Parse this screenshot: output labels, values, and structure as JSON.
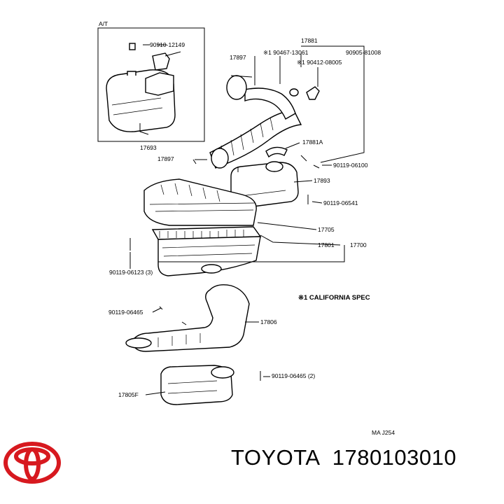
{
  "diagram": {
    "box_label": "A/T",
    "california_note": "※1 CALIFORNIA SPEC",
    "ref_code": "MA  J254",
    "parts": {
      "p90910_12149": "90910-12149",
      "p17881": "17881",
      "p17897_top": "17897",
      "p190467_13061": "※1 90467-13061",
      "p90905_81008": "90905-81008",
      "p190412_08005": "※1 90412-08005",
      "p17693": "17693",
      "p17881A": "17881A",
      "p17897_left": "17897",
      "p90119_06100": "90119-06100",
      "p17893": "17893",
      "p90119_06541": "90119-06541",
      "p17705": "17705",
      "p17801": "17801",
      "p17700": "17700",
      "p90119_06123": "90119-06123 (3)",
      "p90119_06465_a": "90119-06465",
      "p17806": "17806",
      "p90119_06465_b": "90119-06465 (2)",
      "p17805F": "17805F"
    }
  },
  "footer": {
    "brand": "TOYOTA",
    "part_number": "1780103010",
    "logo_icon": "toyota-logo-icon",
    "logo_color": "#d7191f"
  }
}
